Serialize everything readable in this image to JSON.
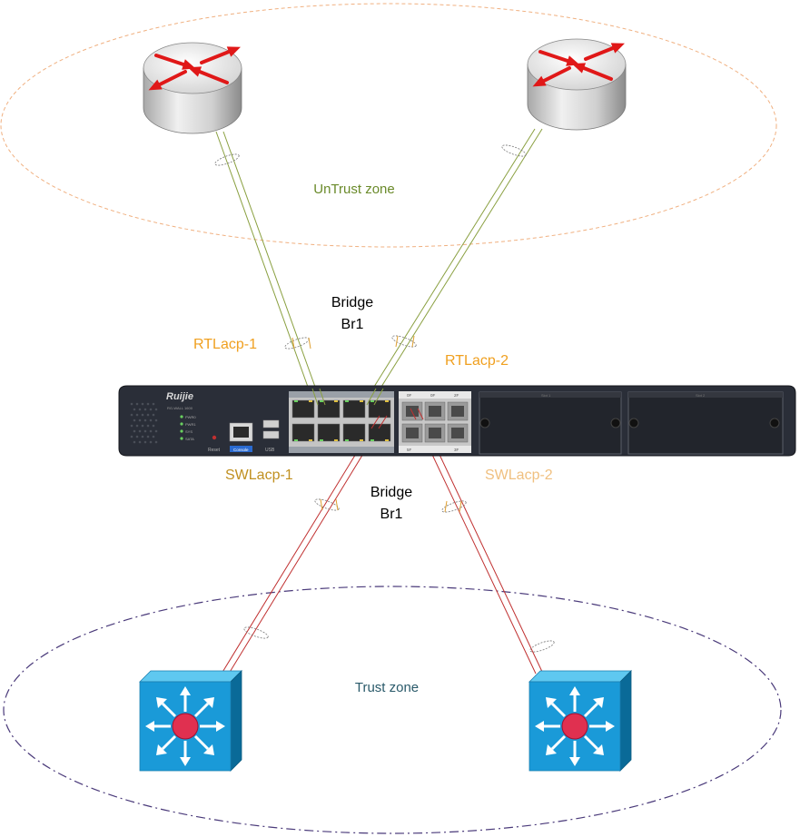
{
  "zones": {
    "untrust": "UnTrust zone",
    "trust": "Trust zone"
  },
  "bridge": {
    "top": {
      "line1": "Bridge",
      "line2": "Br1"
    },
    "bottom": {
      "line1": "Bridge",
      "line2": "Br1"
    }
  },
  "links": {
    "rt1": "RTLacp-1",
    "rt2": "RTLacp-2",
    "sw1": "SWLacp-1",
    "sw2": "SWLacp-2"
  },
  "device": {
    "brand": "Ruijie",
    "model": "RG-WALL 1600",
    "leds": [
      "PWR0",
      "PWR1",
      "SYS",
      "SATA"
    ],
    "reset_label": "Reset",
    "console_label": "Console",
    "usb_label": "USB",
    "sfp_top_labels": [
      "0F",
      "0F",
      "2F"
    ],
    "sfp_bottom_labels": [
      "5F",
      "",
      "3F"
    ],
    "slot_labels": [
      "Slot 1",
      "Slot 2"
    ]
  },
  "colors": {
    "untrust_zone": "#f0b080",
    "untrust_text": "#6a8a2a",
    "trust_zone": "#4a3a7a",
    "trust_text": "#2a5a6a",
    "router_link": "#8aa040",
    "switch_link": "#c03030",
    "rt_label": "#f0a020",
    "sw1_label": "#c09020",
    "sw2_label": "#f0c080"
  },
  "icons": [
    "router-icon",
    "router-icon",
    "switch-icon",
    "switch-icon",
    "firewall-device"
  ]
}
